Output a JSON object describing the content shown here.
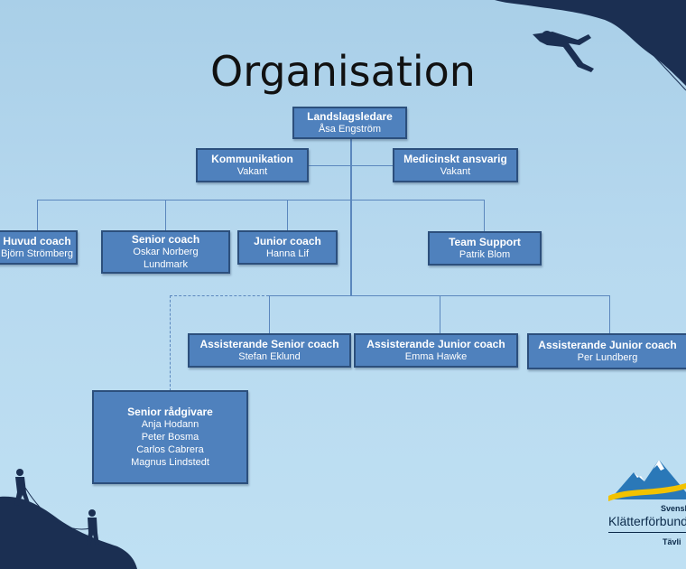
{
  "slide": {
    "title": "Organisation"
  },
  "org": {
    "leader": {
      "title": "Landslagsledare",
      "names": [
        "Åsa Engström"
      ]
    },
    "comm": {
      "title": "Kommunikation",
      "names": [
        "Vakant"
      ]
    },
    "med": {
      "title": "Medicinskt ansvarig",
      "names": [
        "Vakant"
      ]
    },
    "head": {
      "title": "Huvud coach",
      "names": [
        "Björn Strömberg"
      ]
    },
    "senior": {
      "title": "Senior coach",
      "names": [
        "Oskar Norberg",
        "Lundmark"
      ]
    },
    "junior": {
      "title": "Junior coach",
      "names": [
        "Hanna Lif"
      ]
    },
    "team": {
      "title": "Team Support",
      "names": [
        "Patrik Blom"
      ]
    },
    "asr": {
      "title": "Assisterande Senior coach",
      "names": [
        "Stefan Eklund"
      ]
    },
    "aj1": {
      "title": "Assisterande Junior coach",
      "names": [
        "Emma Hawke"
      ]
    },
    "aj2": {
      "title": "Assisterande Junior coach",
      "names": [
        "Per Lundberg"
      ]
    },
    "advisors": {
      "title": "Senior rådgivare",
      "names": [
        "Anja Hodann",
        "Peter Bosma",
        "Carlos Cabrera",
        "Magnus Lindstedt"
      ]
    }
  },
  "logo": {
    "line1": "Svensk",
    "line2": "Klätterförbunde",
    "line3": "Tävli"
  },
  "colors": {
    "box": "#4f81bd",
    "box_border": "#2c4f7c",
    "connector": "#5b87bd",
    "silhouette": "#1b2f52"
  }
}
